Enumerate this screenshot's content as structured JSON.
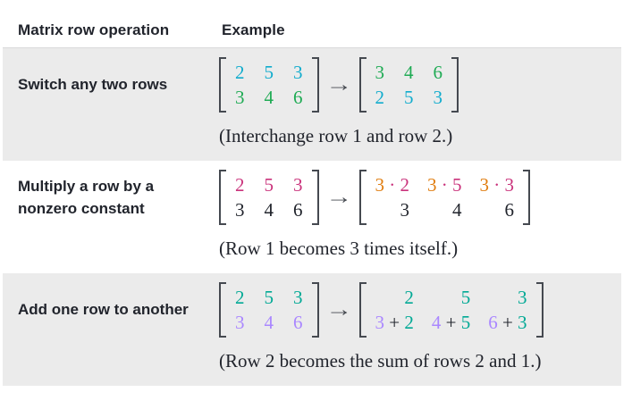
{
  "colors": {
    "dark": "#21242c",
    "blue": "#11accd",
    "green": "#1fab54",
    "maroon": "#ca337c",
    "gold": "#e07d10",
    "teal": "#01a995",
    "purple": "#aa87ff",
    "rowbg": "#ebebeb"
  },
  "header": {
    "col_operation": "Matrix row operation",
    "col_example": "Example"
  },
  "arrow_glyph": "→",
  "rows": [
    {
      "label": "Switch any two rows",
      "caption": "(Interchange row 1 and row 2.)",
      "shaded": true,
      "left_matrix": {
        "align": "center",
        "rows": [
          [
            [
              {
                "t": "2",
                "c": "blue"
              }
            ],
            [
              {
                "t": "5",
                "c": "blue"
              }
            ],
            [
              {
                "t": "3",
                "c": "blue"
              }
            ]
          ],
          [
            [
              {
                "t": "3",
                "c": "green"
              }
            ],
            [
              {
                "t": "4",
                "c": "green"
              }
            ],
            [
              {
                "t": "6",
                "c": "green"
              }
            ]
          ]
        ]
      },
      "right_matrix": {
        "align": "center",
        "rows": [
          [
            [
              {
                "t": "3",
                "c": "green"
              }
            ],
            [
              {
                "t": "4",
                "c": "green"
              }
            ],
            [
              {
                "t": "6",
                "c": "green"
              }
            ]
          ],
          [
            [
              {
                "t": "2",
                "c": "blue"
              }
            ],
            [
              {
                "t": "5",
                "c": "blue"
              }
            ],
            [
              {
                "t": "3",
                "c": "blue"
              }
            ]
          ]
        ]
      }
    },
    {
      "label": "Multiply a row by a nonzero constant",
      "caption": "(Row 1 becomes 3 times itself.)",
      "shaded": false,
      "left_matrix": {
        "align": "center",
        "rows": [
          [
            [
              {
                "t": "2",
                "c": "maroon"
              }
            ],
            [
              {
                "t": "5",
                "c": "maroon"
              }
            ],
            [
              {
                "t": "3",
                "c": "maroon"
              }
            ]
          ],
          [
            [
              {
                "t": "3",
                "c": "dark"
              }
            ],
            [
              {
                "t": "4",
                "c": "dark"
              }
            ],
            [
              {
                "t": "6",
                "c": "dark"
              }
            ]
          ]
        ]
      },
      "right_matrix": {
        "align": "right",
        "rows": [
          [
            [
              {
                "t": "3",
                "c": "gold"
              },
              {
                "t": " · ",
                "c": "maroon"
              },
              {
                "t": "2",
                "c": "maroon"
              }
            ],
            [
              {
                "t": "3",
                "c": "gold"
              },
              {
                "t": " · ",
                "c": "maroon"
              },
              {
                "t": "5",
                "c": "maroon"
              }
            ],
            [
              {
                "t": "3",
                "c": "gold"
              },
              {
                "t": " · ",
                "c": "maroon"
              },
              {
                "t": "3",
                "c": "maroon"
              }
            ]
          ],
          [
            [
              {
                "t": "3",
                "c": "dark"
              }
            ],
            [
              {
                "t": "4",
                "c": "dark"
              }
            ],
            [
              {
                "t": "6",
                "c": "dark"
              }
            ]
          ]
        ]
      }
    },
    {
      "label": "Add one row to another",
      "caption": "(Row 2 becomes the sum of rows 2 and 1.)",
      "shaded": true,
      "left_matrix": {
        "align": "center",
        "rows": [
          [
            [
              {
                "t": "2",
                "c": "teal"
              }
            ],
            [
              {
                "t": "5",
                "c": "teal"
              }
            ],
            [
              {
                "t": "3",
                "c": "teal"
              }
            ]
          ],
          [
            [
              {
                "t": "3",
                "c": "purple"
              }
            ],
            [
              {
                "t": "4",
                "c": "purple"
              }
            ],
            [
              {
                "t": "6",
                "c": "purple"
              }
            ]
          ]
        ]
      },
      "right_matrix": {
        "align": "right",
        "rows": [
          [
            [
              {
                "t": "2",
                "c": "teal"
              }
            ],
            [
              {
                "t": "5",
                "c": "teal"
              }
            ],
            [
              {
                "t": "3",
                "c": "teal"
              }
            ]
          ],
          [
            [
              {
                "t": "3",
                "c": "purple"
              },
              {
                "t": " + ",
                "c": "dark"
              },
              {
                "t": "2",
                "c": "teal"
              }
            ],
            [
              {
                "t": "4",
                "c": "purple"
              },
              {
                "t": " + ",
                "c": "dark"
              },
              {
                "t": "5",
                "c": "teal"
              }
            ],
            [
              {
                "t": "6",
                "c": "purple"
              },
              {
                "t": " + ",
                "c": "dark"
              },
              {
                "t": "3",
                "c": "teal"
              }
            ]
          ]
        ]
      }
    }
  ]
}
